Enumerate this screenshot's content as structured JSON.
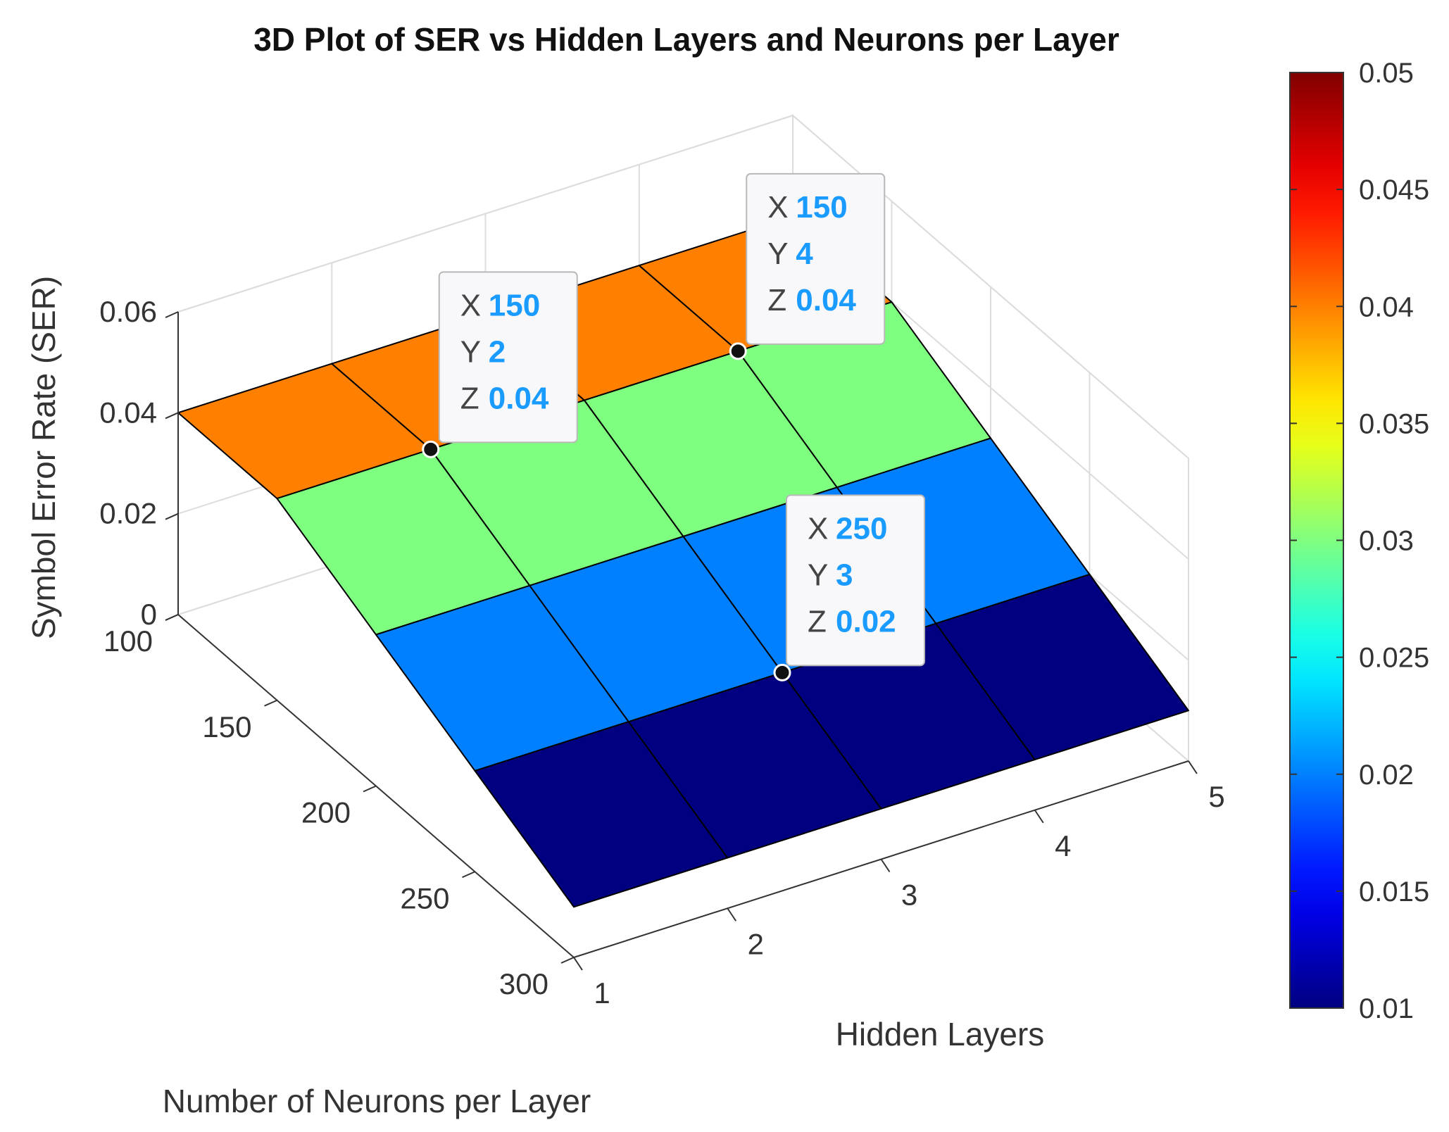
{
  "chart_data": {
    "type": "surface",
    "title": "3D Plot of SER vs Hidden Layers and Neurons per Layer",
    "xlabel": "Number of Neurons per Layer",
    "ylabel": "Hidden Layers",
    "zlabel": "Symbol Error Rate (SER)",
    "x": [
      100,
      150,
      200,
      250,
      300
    ],
    "y": [
      1,
      2,
      3,
      4,
      5
    ],
    "z": [
      [
        0.04,
        0.04,
        0.04,
        0.04,
        0.04
      ],
      [
        0.04,
        0.04,
        0.04,
        0.04,
        0.04
      ],
      [
        0.03,
        0.03,
        0.03,
        0.03,
        0.03
      ],
      [
        0.02,
        0.02,
        0.02,
        0.02,
        0.02
      ],
      [
        0.01,
        0.01,
        0.01,
        0.01,
        0.01
      ]
    ],
    "xlim": [
      100,
      300
    ],
    "ylim": [
      1,
      5
    ],
    "zlim": [
      0,
      0.06
    ],
    "x_ticks": [
      "100",
      "150",
      "200",
      "250",
      "300"
    ],
    "y_ticks": [
      "1",
      "2",
      "3",
      "4",
      "5"
    ],
    "z_ticks": [
      "0",
      "0.02",
      "0.04",
      "0.06"
    ],
    "grid": true,
    "colormap": "jet",
    "colorbar": {
      "limits": [
        0.01,
        0.05
      ],
      "ticks": [
        "0.01",
        "0.015",
        "0.02",
        "0.025",
        "0.03",
        "0.035",
        "0.04",
        "0.045",
        "0.05"
      ]
    },
    "datatips": [
      {
        "x": 150,
        "y": 2,
        "z": 0.04,
        "x_label": "X",
        "y_label": "Y",
        "z_label": "Z",
        "x_text": "150",
        "y_text": "2",
        "z_text": "0.04"
      },
      {
        "x": 150,
        "y": 4,
        "z": 0.04,
        "x_label": "X",
        "y_label": "Y",
        "z_label": "Z",
        "x_text": "150",
        "y_text": "4",
        "z_text": "0.04"
      },
      {
        "x": 250,
        "y": 3,
        "z": 0.02,
        "x_label": "X",
        "y_label": "Y",
        "z_label": "Z",
        "x_text": "250",
        "y_text": "3",
        "z_text": "0.02"
      }
    ],
    "colors": {
      "datatip_value": "#1a9bff",
      "datatip_label": "#444444"
    }
  }
}
